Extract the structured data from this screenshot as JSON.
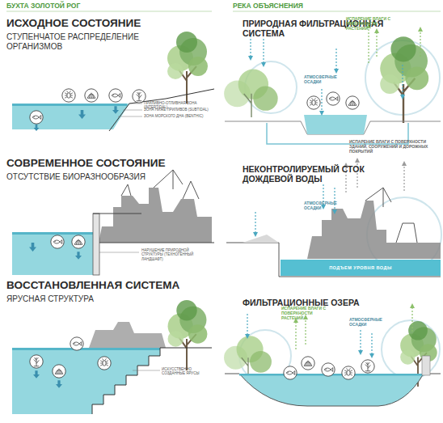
{
  "diagram": {
    "nodes": [
      {
        "text": [
          "ПОДЪЕМ УРОВНЯ ВОДЫ"
        ]
      }
    ],
    "labels": [
      "БУХТА ЗОЛОТОЙ РОГ",
      "ИСХОДНОЕ СОСТОЯНИЕ",
      "СТУПЕНЧАТОЕ РАСПРЕДЕЛЕНИЕ ОРГАНИЗМОВ",
      "ПРИЛИВНО-ОТЛИВНАЯ ЗОНА (INTERTIDAL)",
      "ЗОНА НИЖЕ ПРИЛИВОВ (SUBTIDAL)",
      "ЗОНА МОРСКОГО ДНА (BENTHIC)",
      "СОВРЕМЕННОЕ СОСТОЯНИЕ",
      "ОТСУТСТВИЕ БИОРАЗНООБРАЗИЯ",
      "НАРУШЕНИЕ ПРИРОДНОЙ СТРУКТУРЫ (ТЕХНОГЕННЫЙ ЛАНДШАФТ)",
      "ВОССТАНОВЛЕННАЯ СИСТЕМА",
      "ЯРУСНАЯ СТРУКТУРА",
      "ИСКУССТВЕННО СОЗДАННЫЕ ЯРУСЫ",
      "РЕКА ОБЪЯСНЕНИЯ",
      "ПРИРОДНАЯ ФИЛЬТРАЦИОННАЯ СИСТЕМА",
      "ИСПАРЕНИЕ ВЛАГИ С ПОВЕРХНОСТИ РАСТЕНИЙ",
      "АТМОСФЕРНЫЕ ОСАДКИ",
      "НЕКОНТРОЛИРУЕМЫЙ СТОК ДОЖДЕВОЙ ВОДЫ",
      "ИСПАРЕНИЕ ВЛАГИ С ПОВЕРХНОСТИ ЗДАНИЙ, СООРУЖЕНИЙ И ДОРОЖНЫХ ПОКРЫТИЙ",
      "АТМОСФЕРНЫЕ ОСАДКИ",
      "ФИЛЬТРАЦИОННЫЕ ОЗЕРА",
      "ИСПАРЕНИЕ ВЛАГИ С ПОВЕРХНОСТИ РАСТЕНИЙ",
      "АТМОСФЕРНЫЕ ОСАДКИ"
    ]
  }
}
